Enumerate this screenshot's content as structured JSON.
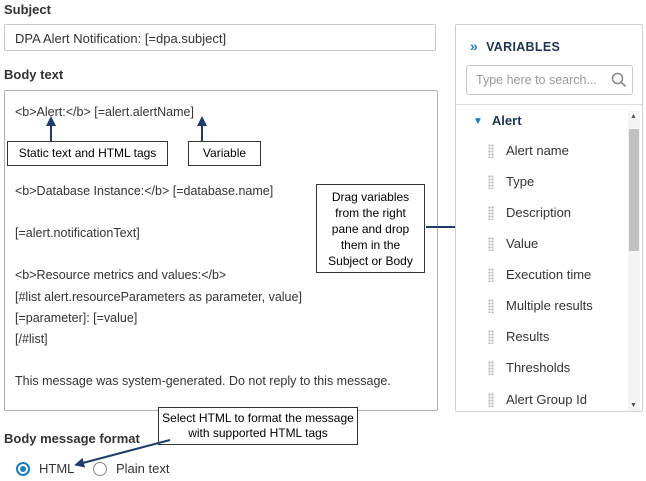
{
  "subject": {
    "label": "Subject",
    "value": "DPA Alert Notification: [=dpa.subject]"
  },
  "body": {
    "label": "Body text",
    "lines": [
      "<b>Alert:</b> [=alert.alertName]",
      "<b>Database Instance:</b> [=database.name]",
      "[=alert.notificationText]",
      "<b>Resource metrics and values:</b>",
      "[#list alert.resourceParameters as parameter, value]",
      "[=parameter]: [=value]",
      "[/#list]",
      "This message was system-generated. Do not reply to this message."
    ]
  },
  "callouts": {
    "static_text": "Static text and HTML tags",
    "variable": "Variable",
    "drag": [
      "Drag variables",
      "from the right",
      "pane and drop",
      "them in the",
      "Subject or Body"
    ],
    "select_html": [
      "Select HTML to format the message",
      "with supported HTML tags"
    ]
  },
  "variables": {
    "title": "VARIABLES",
    "search_placeholder": "Type here to search...",
    "group": "Alert",
    "items": [
      "Alert name",
      "Type",
      "Description",
      "Value",
      "Execution time",
      "Multiple results",
      "Results",
      "Thresholds",
      "Alert Group Id"
    ]
  },
  "format": {
    "label": "Body message format",
    "options": [
      "HTML",
      "Plain text"
    ],
    "selected": "HTML"
  },
  "colors": {
    "accent": "#1a7bbf",
    "arrow": "#1f3d6b",
    "heading": "#1f3554"
  },
  "icons": [
    "double-chevron-right-icon",
    "search-icon",
    "caret-down-icon",
    "drag-handle-icon",
    "scroll-up-icon",
    "scroll-down-icon"
  ]
}
